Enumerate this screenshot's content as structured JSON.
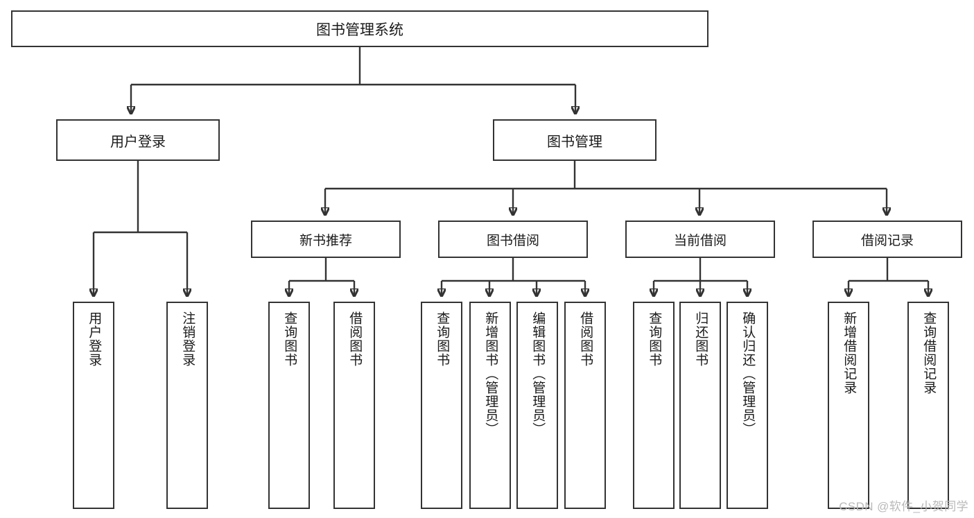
{
  "diagram": {
    "title": "图书管理系统",
    "type": "tree",
    "orientation": "top-down",
    "colors": {
      "stroke": "#333333",
      "box_fill": "#ffffff",
      "text": "#1a1a1a",
      "watermark": "#b9b9b9",
      "background": "#ffffff"
    },
    "levels": {
      "root": {
        "label": "图书管理系统"
      },
      "level2": [
        {
          "id": "user-login",
          "label": "用户登录"
        },
        {
          "id": "book-manage",
          "label": "图书管理"
        }
      ],
      "level3": [
        {
          "id": "new-book-recommend",
          "label": "新书推荐",
          "parent": "book-manage"
        },
        {
          "id": "book-borrow",
          "label": "图书借阅",
          "parent": "book-manage"
        },
        {
          "id": "current-borrow",
          "label": "当前借阅",
          "parent": "book-manage"
        },
        {
          "id": "borrow-record",
          "label": "借阅记录",
          "parent": "book-manage"
        }
      ],
      "leaves": [
        {
          "id": "leaf-user-login",
          "label": "用户登录",
          "parent": "user-login"
        },
        {
          "id": "leaf-logout-login",
          "label": "注销登录",
          "parent": "user-login"
        },
        {
          "id": "leaf-query-book-1",
          "label": "查询图书",
          "parent": "new-book-recommend"
        },
        {
          "id": "leaf-borrow-book-1",
          "label": "借阅图书",
          "parent": "new-book-recommend"
        },
        {
          "id": "leaf-query-book-2",
          "label": "查询图书",
          "parent": "book-borrow"
        },
        {
          "id": "leaf-add-book",
          "label": "新增图书（管理员）",
          "parent": "book-borrow"
        },
        {
          "id": "leaf-edit-book",
          "label": "编辑图书（管理员）",
          "parent": "book-borrow"
        },
        {
          "id": "leaf-borrow-book-2",
          "label": "借阅图书",
          "parent": "book-borrow"
        },
        {
          "id": "leaf-query-book-3",
          "label": "查询图书",
          "parent": "current-borrow"
        },
        {
          "id": "leaf-return-book",
          "label": "归还图书",
          "parent": "current-borrow"
        },
        {
          "id": "leaf-confirm-return",
          "label": "确认归还（管理员）",
          "parent": "current-borrow"
        },
        {
          "id": "leaf-add-record",
          "label": "新增借阅记录",
          "parent": "borrow-record"
        },
        {
          "id": "leaf-query-record",
          "label": "查询借阅记录",
          "parent": "borrow-record"
        }
      ]
    }
  },
  "watermark": {
    "text": "CSDN @软件_小贺同学"
  }
}
